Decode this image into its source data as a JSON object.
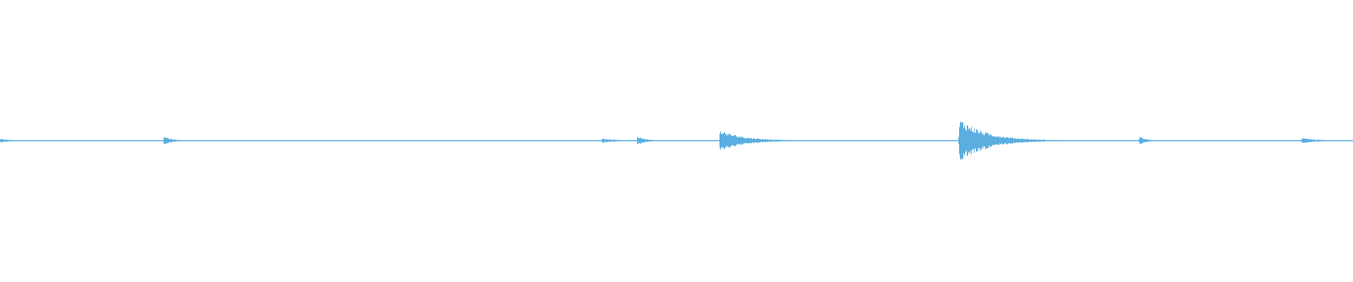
{
  "waveform": {
    "color": "#5aaee0",
    "baseline_color": "#5aaee0",
    "duration_fraction_events": [
      {
        "at": 0.0,
        "amplitude": 0.08,
        "decay": 0.01,
        "kind": "onset"
      },
      {
        "at": 0.121,
        "amplitude": 0.22,
        "decay": 0.006,
        "kind": "click"
      },
      {
        "at": 0.445,
        "amplitude": 0.1,
        "decay": 0.012,
        "kind": "onset"
      },
      {
        "at": 0.471,
        "amplitude": 0.2,
        "decay": 0.006,
        "kind": "click"
      },
      {
        "at": 0.532,
        "amplitude": 0.48,
        "decay": 0.018,
        "kind": "hit"
      },
      {
        "at": 0.709,
        "amplitude": 1.0,
        "decay": 0.02,
        "kind": "hit"
      },
      {
        "at": 0.842,
        "amplitude": 0.18,
        "decay": 0.005,
        "kind": "click"
      },
      {
        "at": 0.962,
        "amplitude": 0.12,
        "decay": 0.012,
        "kind": "onset"
      }
    ],
    "noise_floor": 0.015
  }
}
